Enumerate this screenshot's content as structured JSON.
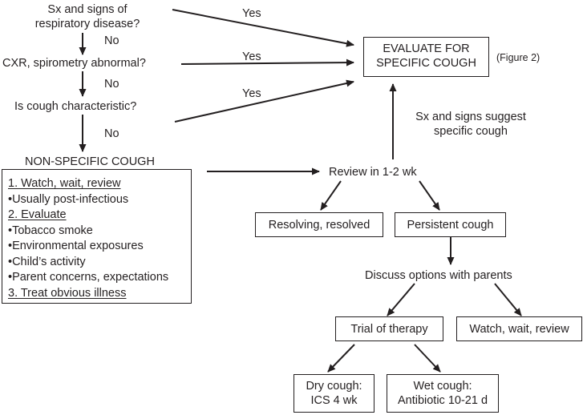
{
  "questions": {
    "q1": [
      "Sx and signs of",
      "respiratory disease?"
    ],
    "q2": "CXR, spirometry  abnormal?",
    "q3": "Is cough characteristic?"
  },
  "labels": {
    "yes": "Yes",
    "no": "No"
  },
  "specific": {
    "line1": "EVALUATE FOR",
    "line2": "SPECIFIC COUGH",
    "figure_ref": "(Figure 2)"
  },
  "suggest_text": [
    "Sx and signs suggest",
    "specific cough"
  ],
  "nonspecific": {
    "title": "NON-SPECIFIC COUGH",
    "items": [
      "1. Watch, wait, review",
      "•Usually post-infectious",
      "2. Evaluate",
      "•Tobacco smoke",
      "•Environmental exposures",
      "•Child’s activity",
      "•Parent concerns, expectations",
      "3. Treat obvious illness"
    ]
  },
  "review": "Review in 1-2 wk",
  "resolving": "Resolving, resolved",
  "persistent": "Persistent cough",
  "discuss": "Discuss options with parents",
  "trial": "Trial of therapy",
  "watch": "Watch, wait, review",
  "dry": [
    "Dry cough:",
    "ICS 4 wk"
  ],
  "wet": [
    "Wet cough:",
    "Antibiotic 10-21 d"
  ],
  "colors": {
    "ink": "#231f20",
    "background": "#ffffff"
  }
}
